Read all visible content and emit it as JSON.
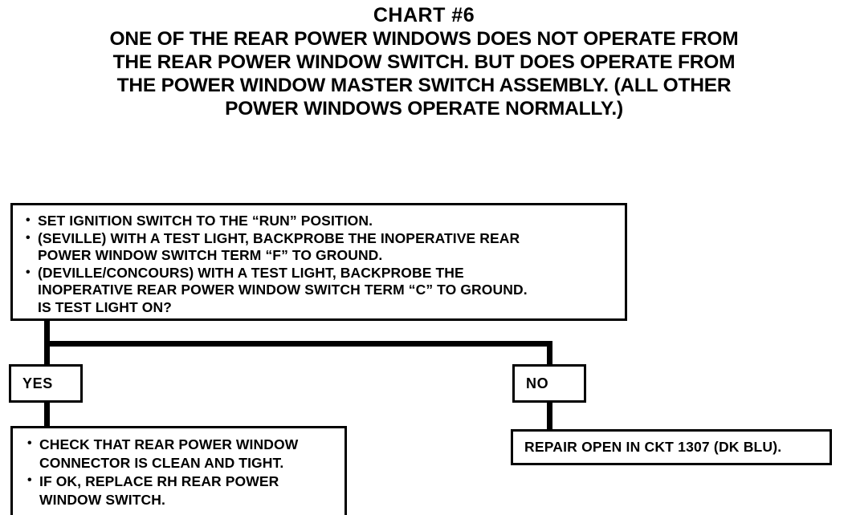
{
  "title": {
    "chart_label": "CHART #6",
    "subtitle_lines": [
      "ONE OF THE REAR POWER WINDOWS DOES NOT OPERATE FROM",
      "THE REAR POWER WINDOW SWITCH. BUT DOES OPERATE FROM",
      "THE POWER WINDOW MASTER SWITCH ASSEMBLY. (ALL OTHER",
      "POWER WINDOWS OPERATE NORMALLY.)"
    ]
  },
  "decision": {
    "items": [
      "SET IGNITION SWITCH TO THE “RUN” POSITION.",
      "(SEVILLE) WITH A TEST LIGHT, BACKPROBE THE INOPERATIVE REAR\nPOWER WINDOW SWITCH TERM “F” TO GROUND.",
      "(DEVILLE/CONCOURS) WITH A TEST LIGHT, BACKPROBE THE\nINOPERATIVE REAR POWER WINDOW SWITCH TERM “C” TO GROUND.\nIS TEST LIGHT ON?"
    ]
  },
  "branches": {
    "yes_label": "YES",
    "no_label": "NO"
  },
  "results": {
    "yes_items": [
      "CHECK THAT REAR POWER WINDOW\nCONNECTOR IS CLEAN AND TIGHT.",
      "IF OK, REPLACE RH REAR POWER\nWINDOW SWITCH."
    ],
    "no_text": "REPAIR OPEN IN CKT 1307 (DK BLU)."
  },
  "colors": {
    "ink": "#000000",
    "paper": "#ffffff"
  }
}
